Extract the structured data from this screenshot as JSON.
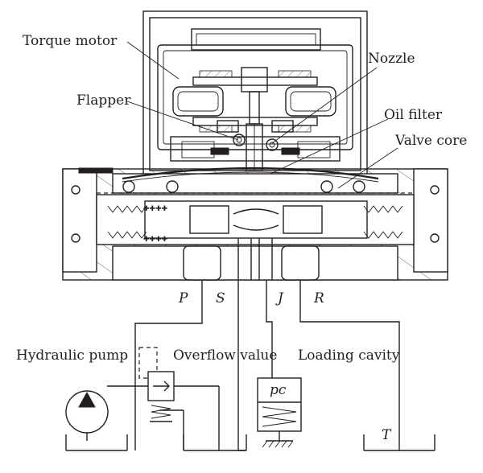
{
  "labels": {
    "torque_motor": "Torque motor",
    "nozzle": "Nozzle",
    "flapper": "Flapper",
    "oil_filter": "Oil filter",
    "valve_core": "Valve core",
    "hydraulic_pump": "Hydraulic pump",
    "overflow_value": "Overflow value",
    "loading_cavity": "Loading cavity"
  },
  "ports": {
    "p": "P",
    "s": "S",
    "j": "J",
    "r": "R",
    "t": "T"
  },
  "pressure_label": "pc"
}
